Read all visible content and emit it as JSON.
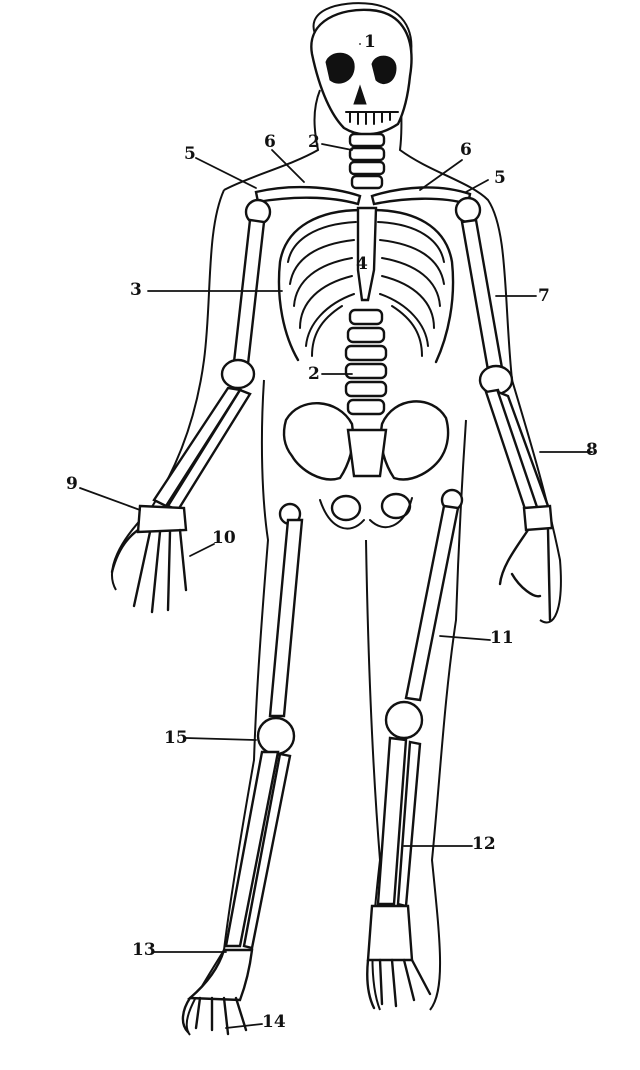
{
  "labels": {
    "skull": "1",
    "spine_neck": "2",
    "spine_lumbar": "2",
    "ribs": "3",
    "sternum": "4",
    "clavicle_left_5": "5",
    "clavicle_right_5": "5",
    "shoulder_left_6": "6",
    "shoulder_right_6": "6",
    "humerus": "7",
    "forearm": "8",
    "wrist": "9",
    "fingers": "10",
    "femur": "11",
    "tibia": "12",
    "ankle": "13",
    "toes": "14",
    "knee": "15"
  }
}
